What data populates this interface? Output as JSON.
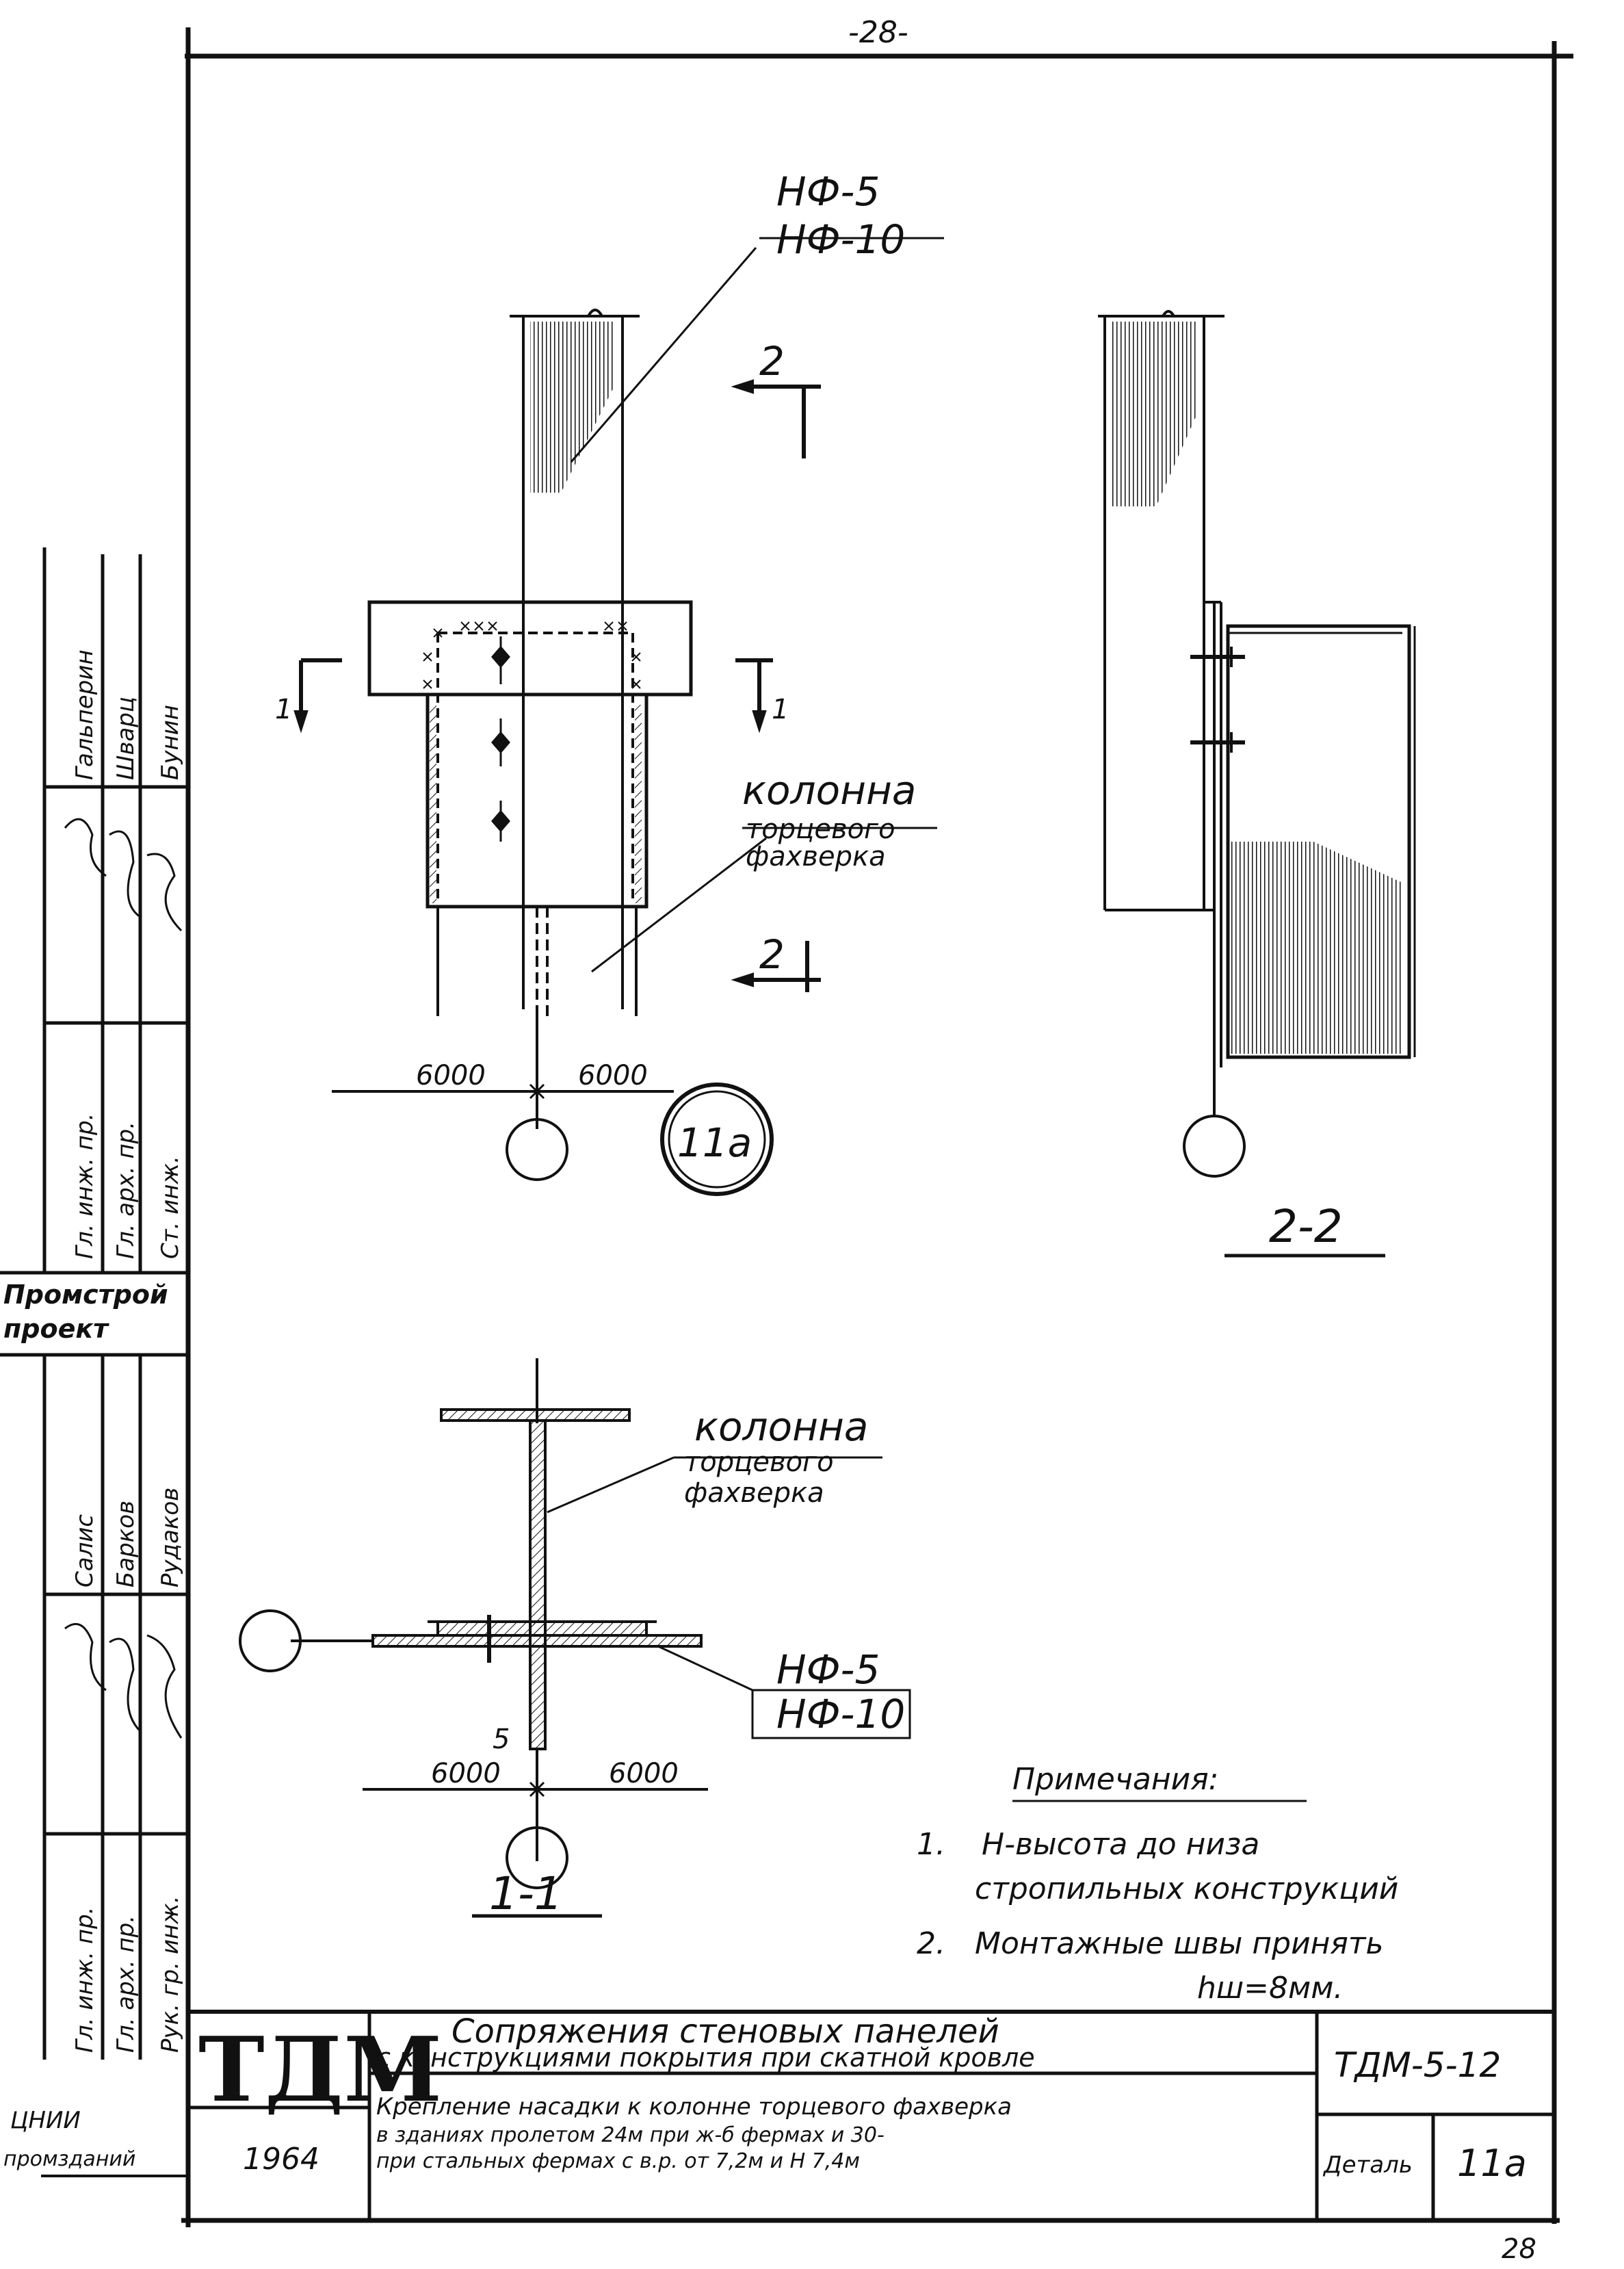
{
  "page_number_top": "-28-",
  "page_number_bottom": "28",
  "labels": {
    "top_grade_1": "НФ-5",
    "top_grade_2": "НФ-10",
    "bottom_grade_1": "НФ-5",
    "bottom_grade_2": "НФ-10",
    "column_label_top": [
      "колонна",
      "торцевого",
      "фахверка"
    ],
    "column_label_bottom": [
      "колонна",
      "торцевого",
      "фахверка"
    ],
    "cut_1_left": "1",
    "cut_1_right": "1",
    "cut_2_top": "2",
    "cut_2_bottom": "2",
    "dim_left_top": "6000",
    "dim_right_top": "6000",
    "dim_left_bottom": "6000",
    "dim_right_bottom": "6000",
    "weld_size": "5",
    "detail_mark": "11а",
    "section_title_1": "1-1",
    "section_title_2": "2-2"
  },
  "notes": {
    "heading": "Примечания:",
    "items": [
      {
        "num": "1.",
        "line1": "Н-высота до низа",
        "line2": "стропильных конструкций"
      },
      {
        "num": "2.",
        "line1": "Монтажные швы принять",
        "line2": "hш=8мм."
      }
    ]
  },
  "title_block": {
    "logo": "ТДМ",
    "year": "1964",
    "title_line1": "Сопряжения стеновых панелей",
    "title_line2": "с конструкциями покрытия при скатной кровле",
    "subtitle_line1": "Крепление насадки к колонне торцевого фахверка",
    "subtitle_line2": "в зданиях пролетом 24м при ж-б фермах и 30-",
    "subtitle_line3": "при стальных фермах с в.р. от 7,2м и Н 7,4м",
    "code": "ТДМ-5-12",
    "detail_label": "Деталь",
    "detail_value": "11а",
    "org_line1": "ЦНИИ",
    "org_line2": "промзданий"
  },
  "side_stamp": {
    "upper_names": [
      "Гальперин",
      "Шварц",
      "Бунин"
    ],
    "upper_roles": [
      "Гл. инж. пр.",
      "Гл. арх. пр.",
      "Ст. инж."
    ],
    "org_line1": "Промстрой",
    "org_line2": "проект",
    "lower_names": [
      "Салис",
      "Барков",
      "Рудаков"
    ],
    "lower_roles": [
      "Гл. инж. пр.",
      "Гл. арх. пр.",
      "Рук. гр. инж."
    ]
  }
}
